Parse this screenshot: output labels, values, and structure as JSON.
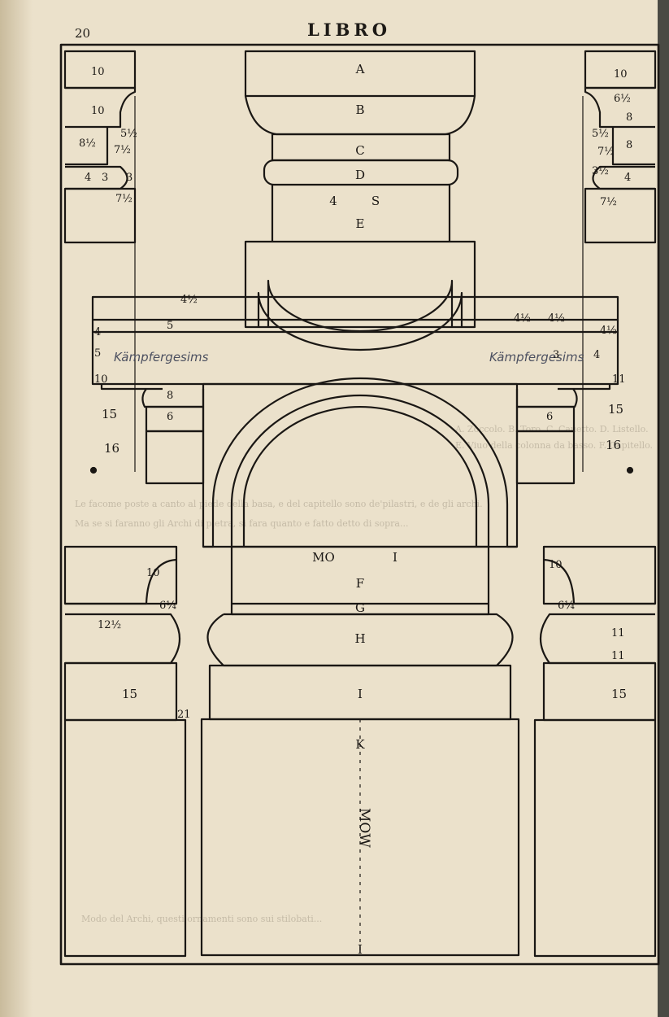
{
  "header": {
    "page_number": "20",
    "running_head": "LIBRO"
  },
  "labels": {
    "column": [
      "A",
      "B",
      "C",
      "D",
      "4",
      "S",
      "E"
    ],
    "base": [
      "MO",
      "I",
      "F",
      "G",
      "H",
      "I",
      "K"
    ],
    "vertical_word": "MOW",
    "mid_bottom": "I"
  },
  "handwritten": {
    "left": "Kämpfergesims",
    "right": "Kämpfergesims"
  },
  "numbers": {
    "top_left": [
      "10",
      "10",
      "5½",
      "7½",
      "8½",
      "3",
      "4",
      "3",
      "7½"
    ],
    "top_right": [
      "10",
      "6½",
      "8",
      "5½",
      "7½",
      "8",
      "3½",
      "4",
      "7½"
    ],
    "impost": [
      "4½",
      "5",
      "4",
      "5",
      "4½",
      "4½",
      "4½",
      "10",
      "11",
      "8",
      "15",
      "16",
      "15",
      "16",
      "6",
      "6",
      "3",
      "4"
    ],
    "lower": [
      "10",
      "6¼",
      "12½",
      "15",
      "10",
      "6¼",
      "11",
      "11",
      "15",
      "21"
    ]
  },
  "ghost_text": {
    "lines": [
      "Le facome poste a canto al piede della basa, e del capitello sono de'pilastri, e de gli archi.",
      "Ma se si faranno gli Archi di pietra, si fara quanto e fatto detto di sopra...",
      "A. Zoccolo.  B. Toro.  C. Cauetto.  D. Listello.",
      "E. Viuo della colonna da basso.   F. Capitello.",
      "Modo del Archi, questi ornamenti sono sui stilobati..."
    ]
  }
}
